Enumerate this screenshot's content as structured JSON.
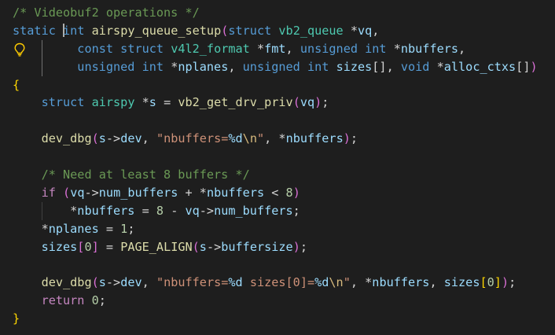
{
  "editor": {
    "lines": [
      {
        "guides": [],
        "tokens": [
          {
            "t": "/* Videobuf2 operations */",
            "c": "#6a9955"
          }
        ]
      },
      {
        "guides": [],
        "cursor_after": 1,
        "tokens": [
          {
            "t": "static",
            "c": "#569cd6"
          },
          {
            "t": " ",
            "c": "#d4d4d4"
          },
          {
            "t": "int",
            "c": "#569cd6"
          },
          {
            "t": " ",
            "c": "#d4d4d4"
          },
          {
            "t": "airspy_queue_setup",
            "c": "#dcdcaa"
          },
          {
            "t": "(",
            "c": "#da70d6"
          },
          {
            "t": "struct",
            "c": "#569cd6"
          },
          {
            "t": " ",
            "c": "#d4d4d4"
          },
          {
            "t": "vb2_queue",
            "c": "#4ec9b0"
          },
          {
            "t": " *",
            "c": "#d4d4d4"
          },
          {
            "t": "vq",
            "c": "#9cdcfe"
          },
          {
            "t": ",",
            "c": "#d4d4d4"
          }
        ]
      },
      {
        "guides": [
          4
        ],
        "bulb": true,
        "tokens": [
          {
            "t": "         ",
            "c": "#d4d4d4"
          },
          {
            "t": "const",
            "c": "#569cd6"
          },
          {
            "t": " ",
            "c": "#d4d4d4"
          },
          {
            "t": "struct",
            "c": "#569cd6"
          },
          {
            "t": " ",
            "c": "#d4d4d4"
          },
          {
            "t": "v4l2_format",
            "c": "#4ec9b0"
          },
          {
            "t": " *",
            "c": "#d4d4d4"
          },
          {
            "t": "fmt",
            "c": "#9cdcfe"
          },
          {
            "t": ", ",
            "c": "#d4d4d4"
          },
          {
            "t": "unsigned",
            "c": "#569cd6"
          },
          {
            "t": " ",
            "c": "#d4d4d4"
          },
          {
            "t": "int",
            "c": "#569cd6"
          },
          {
            "t": " *",
            "c": "#d4d4d4"
          },
          {
            "t": "nbuffers",
            "c": "#9cdcfe"
          },
          {
            "t": ",",
            "c": "#d4d4d4"
          }
        ]
      },
      {
        "guides": [
          4
        ],
        "tokens": [
          {
            "t": "         ",
            "c": "#d4d4d4"
          },
          {
            "t": "unsigned",
            "c": "#569cd6"
          },
          {
            "t": " ",
            "c": "#d4d4d4"
          },
          {
            "t": "int",
            "c": "#569cd6"
          },
          {
            "t": " *",
            "c": "#d4d4d4"
          },
          {
            "t": "nplanes",
            "c": "#9cdcfe"
          },
          {
            "t": ", ",
            "c": "#d4d4d4"
          },
          {
            "t": "unsigned",
            "c": "#569cd6"
          },
          {
            "t": " ",
            "c": "#d4d4d4"
          },
          {
            "t": "int",
            "c": "#569cd6"
          },
          {
            "t": " ",
            "c": "#d4d4d4"
          },
          {
            "t": "sizes",
            "c": "#9cdcfe"
          },
          {
            "t": "[]",
            "c": "#d4d4d4"
          },
          {
            "t": ", ",
            "c": "#d4d4d4"
          },
          {
            "t": "void",
            "c": "#569cd6"
          },
          {
            "t": " *",
            "c": "#d4d4d4"
          },
          {
            "t": "alloc_ctxs",
            "c": "#9cdcfe"
          },
          {
            "t": "[]",
            "c": "#d4d4d4"
          },
          {
            "t": ")",
            "c": "#da70d6"
          }
        ]
      },
      {
        "guides": [],
        "tokens": [
          {
            "t": "{",
            "c": "#ffd700"
          }
        ]
      },
      {
        "guides": [],
        "tokens": [
          {
            "t": "    ",
            "c": "#d4d4d4"
          },
          {
            "t": "struct",
            "c": "#569cd6"
          },
          {
            "t": " ",
            "c": "#d4d4d4"
          },
          {
            "t": "airspy",
            "c": "#4ec9b0"
          },
          {
            "t": " *",
            "c": "#d4d4d4"
          },
          {
            "t": "s",
            "c": "#9cdcfe"
          },
          {
            "t": " = ",
            "c": "#d4d4d4"
          },
          {
            "t": "vb2_get_drv_priv",
            "c": "#dcdcaa"
          },
          {
            "t": "(",
            "c": "#da70d6"
          },
          {
            "t": "vq",
            "c": "#9cdcfe"
          },
          {
            "t": ")",
            "c": "#da70d6"
          },
          {
            "t": ";",
            "c": "#d4d4d4"
          }
        ]
      },
      {
        "guides": [],
        "tokens": []
      },
      {
        "guides": [],
        "tokens": [
          {
            "t": "    ",
            "c": "#d4d4d4"
          },
          {
            "t": "dev_dbg",
            "c": "#dcdcaa"
          },
          {
            "t": "(",
            "c": "#da70d6"
          },
          {
            "t": "s",
            "c": "#9cdcfe"
          },
          {
            "t": "->",
            "c": "#d4d4d4"
          },
          {
            "t": "dev",
            "c": "#9cdcfe"
          },
          {
            "t": ", ",
            "c": "#d4d4d4"
          },
          {
            "t": "\"nbuffers=",
            "c": "#ce9178"
          },
          {
            "t": "%d",
            "c": "#9cdcfe"
          },
          {
            "t": "\\n",
            "c": "#d7ba7d"
          },
          {
            "t": "\"",
            "c": "#ce9178"
          },
          {
            "t": ", *",
            "c": "#d4d4d4"
          },
          {
            "t": "nbuffers",
            "c": "#9cdcfe"
          },
          {
            "t": ")",
            "c": "#da70d6"
          },
          {
            "t": ";",
            "c": "#d4d4d4"
          }
        ]
      },
      {
        "guides": [],
        "tokens": []
      },
      {
        "guides": [],
        "tokens": [
          {
            "t": "    ",
            "c": "#d4d4d4"
          },
          {
            "t": "/* Need at least 8 buffers */",
            "c": "#6a9955"
          }
        ]
      },
      {
        "guides": [],
        "tokens": [
          {
            "t": "    ",
            "c": "#d4d4d4"
          },
          {
            "t": "if",
            "c": "#c586c0"
          },
          {
            "t": " ",
            "c": "#d4d4d4"
          },
          {
            "t": "(",
            "c": "#da70d6"
          },
          {
            "t": "vq",
            "c": "#9cdcfe"
          },
          {
            "t": "->",
            "c": "#d4d4d4"
          },
          {
            "t": "num_buffers",
            "c": "#9cdcfe"
          },
          {
            "t": " + *",
            "c": "#d4d4d4"
          },
          {
            "t": "nbuffers",
            "c": "#9cdcfe"
          },
          {
            "t": " < ",
            "c": "#d4d4d4"
          },
          {
            "t": "8",
            "c": "#b5cea8"
          },
          {
            "t": ")",
            "c": "#da70d6"
          }
        ]
      },
      {
        "guides": [
          4
        ],
        "tokens": [
          {
            "t": "        *",
            "c": "#d4d4d4"
          },
          {
            "t": "nbuffers",
            "c": "#9cdcfe"
          },
          {
            "t": " = ",
            "c": "#d4d4d4"
          },
          {
            "t": "8",
            "c": "#b5cea8"
          },
          {
            "t": " - ",
            "c": "#d4d4d4"
          },
          {
            "t": "vq",
            "c": "#9cdcfe"
          },
          {
            "t": "->",
            "c": "#d4d4d4"
          },
          {
            "t": "num_buffers",
            "c": "#9cdcfe"
          },
          {
            "t": ";",
            "c": "#d4d4d4"
          }
        ]
      },
      {
        "guides": [],
        "tokens": [
          {
            "t": "    *",
            "c": "#d4d4d4"
          },
          {
            "t": "nplanes",
            "c": "#9cdcfe"
          },
          {
            "t": " = ",
            "c": "#d4d4d4"
          },
          {
            "t": "1",
            "c": "#b5cea8"
          },
          {
            "t": ";",
            "c": "#d4d4d4"
          }
        ]
      },
      {
        "guides": [],
        "tokens": [
          {
            "t": "    ",
            "c": "#d4d4d4"
          },
          {
            "t": "sizes",
            "c": "#9cdcfe"
          },
          {
            "t": "[",
            "c": "#da70d6"
          },
          {
            "t": "0",
            "c": "#b5cea8"
          },
          {
            "t": "]",
            "c": "#da70d6"
          },
          {
            "t": " = ",
            "c": "#d4d4d4"
          },
          {
            "t": "PAGE_ALIGN",
            "c": "#dcdcaa"
          },
          {
            "t": "(",
            "c": "#da70d6"
          },
          {
            "t": "s",
            "c": "#9cdcfe"
          },
          {
            "t": "->",
            "c": "#d4d4d4"
          },
          {
            "t": "buffersize",
            "c": "#9cdcfe"
          },
          {
            "t": ")",
            "c": "#da70d6"
          },
          {
            "t": ";",
            "c": "#d4d4d4"
          }
        ]
      },
      {
        "guides": [],
        "tokens": []
      },
      {
        "guides": [],
        "tokens": [
          {
            "t": "    ",
            "c": "#d4d4d4"
          },
          {
            "t": "dev_dbg",
            "c": "#dcdcaa"
          },
          {
            "t": "(",
            "c": "#da70d6"
          },
          {
            "t": "s",
            "c": "#9cdcfe"
          },
          {
            "t": "->",
            "c": "#d4d4d4"
          },
          {
            "t": "dev",
            "c": "#9cdcfe"
          },
          {
            "t": ", ",
            "c": "#d4d4d4"
          },
          {
            "t": "\"nbuffers=",
            "c": "#ce9178"
          },
          {
            "t": "%d",
            "c": "#9cdcfe"
          },
          {
            "t": " sizes[0]=",
            "c": "#ce9178"
          },
          {
            "t": "%d",
            "c": "#9cdcfe"
          },
          {
            "t": "\\n",
            "c": "#d7ba7d"
          },
          {
            "t": "\"",
            "c": "#ce9178"
          },
          {
            "t": ", *",
            "c": "#d4d4d4"
          },
          {
            "t": "nbuffers",
            "c": "#9cdcfe"
          },
          {
            "t": ", ",
            "c": "#d4d4d4"
          },
          {
            "t": "sizes",
            "c": "#9cdcfe"
          },
          {
            "t": "[",
            "c": "#ffd700"
          },
          {
            "t": "0",
            "c": "#b5cea8"
          },
          {
            "t": "]",
            "c": "#ffd700"
          },
          {
            "t": ")",
            "c": "#da70d6"
          },
          {
            "t": ";",
            "c": "#d4d4d4"
          }
        ]
      },
      {
        "guides": [],
        "tokens": [
          {
            "t": "    ",
            "c": "#d4d4d4"
          },
          {
            "t": "return",
            "c": "#c586c0"
          },
          {
            "t": " ",
            "c": "#d4d4d4"
          },
          {
            "t": "0",
            "c": "#b5cea8"
          },
          {
            "t": ";",
            "c": "#d4d4d4"
          }
        ]
      },
      {
        "guides": [],
        "tokens": [
          {
            "t": "}",
            "c": "#ffd700"
          }
        ]
      }
    ]
  },
  "icons": {
    "lightbulb": "lightbulb-icon",
    "lightbulb_color": "#ffcc00"
  }
}
